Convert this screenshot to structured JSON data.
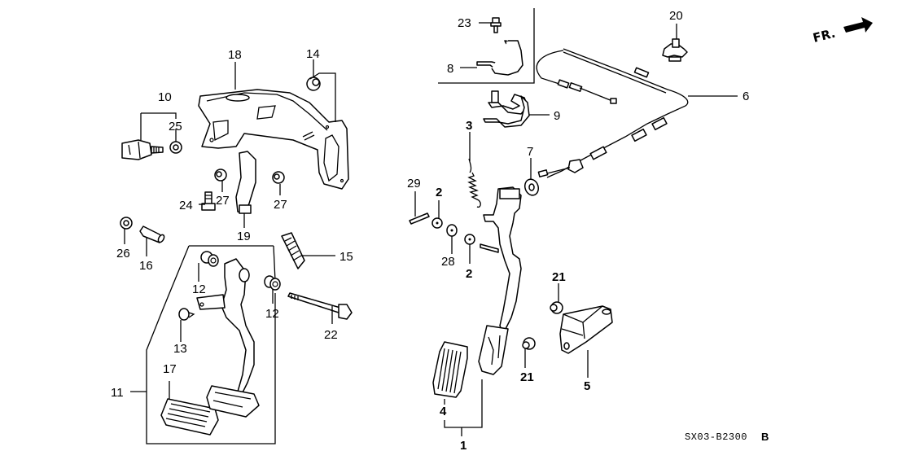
{
  "diagram": {
    "title": "Pedal assembly exploded parts diagram",
    "direction_indicator": {
      "label": "FR.",
      "icon": "arrow-right-icon"
    },
    "figure_code": "SX03-B2300",
    "figure_code_suffix": "B",
    "callouts": [
      {
        "id": "1",
        "label": "1"
      },
      {
        "id": "2a",
        "label": "2"
      },
      {
        "id": "2b",
        "label": "2"
      },
      {
        "id": "3",
        "label": "3"
      },
      {
        "id": "4",
        "label": "4"
      },
      {
        "id": "5",
        "label": "5"
      },
      {
        "id": "6",
        "label": "6"
      },
      {
        "id": "7",
        "label": "7"
      },
      {
        "id": "8",
        "label": "8"
      },
      {
        "id": "9",
        "label": "9"
      },
      {
        "id": "10",
        "label": "10"
      },
      {
        "id": "11",
        "label": "11"
      },
      {
        "id": "12a",
        "label": "12"
      },
      {
        "id": "12b",
        "label": "12"
      },
      {
        "id": "13",
        "label": "13"
      },
      {
        "id": "14",
        "label": "14"
      },
      {
        "id": "15",
        "label": "15"
      },
      {
        "id": "16",
        "label": "16"
      },
      {
        "id": "17",
        "label": "17"
      },
      {
        "id": "18",
        "label": "18"
      },
      {
        "id": "19",
        "label": "19"
      },
      {
        "id": "20",
        "label": "20"
      },
      {
        "id": "21a",
        "label": "21"
      },
      {
        "id": "21b",
        "label": "21"
      },
      {
        "id": "22",
        "label": "22"
      },
      {
        "id": "23",
        "label": "23"
      },
      {
        "id": "24",
        "label": "24"
      },
      {
        "id": "25",
        "label": "25"
      },
      {
        "id": "26",
        "label": "26"
      },
      {
        "id": "27a",
        "label": "27"
      },
      {
        "id": "27b",
        "label": "27"
      },
      {
        "id": "28",
        "label": "28"
      },
      {
        "id": "29",
        "label": "29"
      }
    ]
  }
}
